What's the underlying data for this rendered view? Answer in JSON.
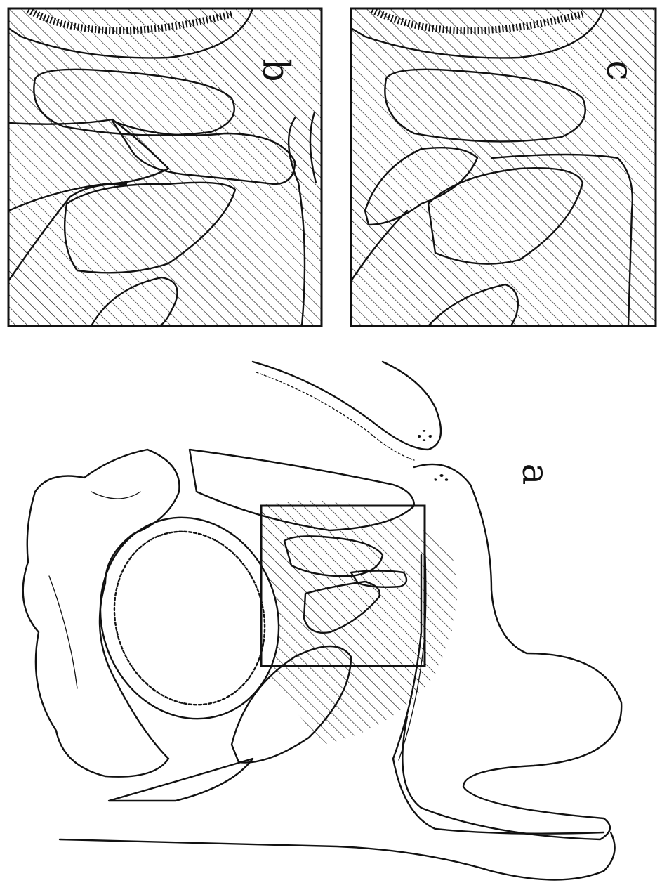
{
  "panels": [
    {
      "id": "b",
      "label": "b"
    },
    {
      "id": "c",
      "label": "c"
    },
    {
      "id": "a",
      "label": "a"
    }
  ],
  "colors": {
    "ink": "#111111",
    "paper": "#ffffff"
  }
}
